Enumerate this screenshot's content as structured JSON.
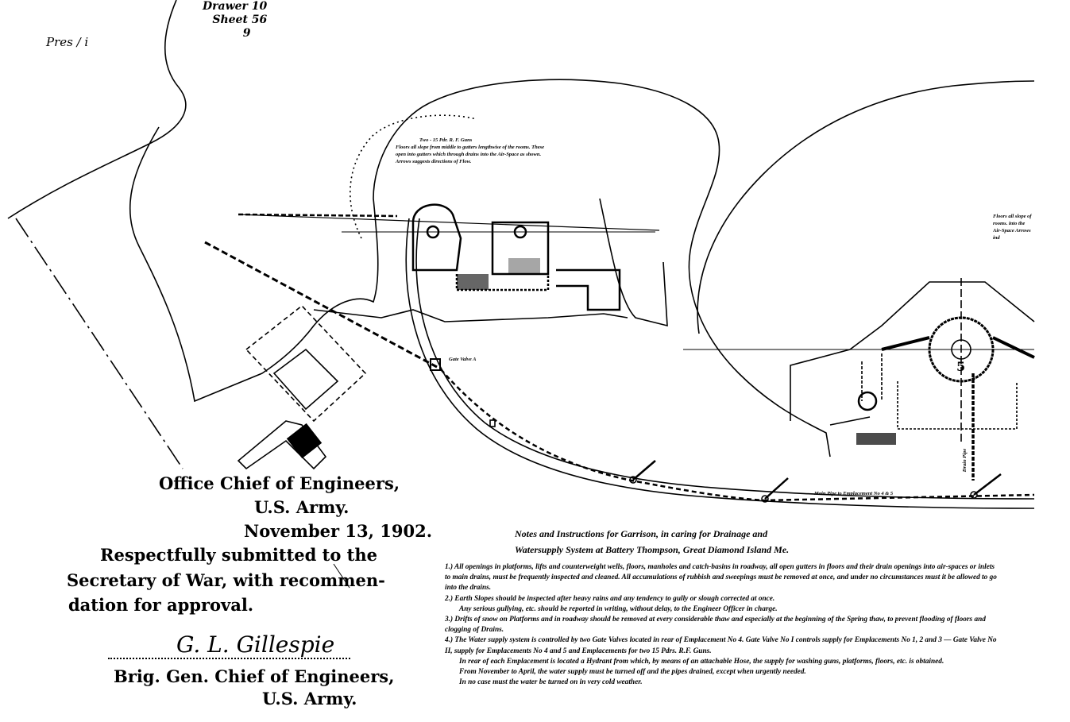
{
  "archive": {
    "drawer": "Drawer 10",
    "sheet": "Sheet 56",
    "number": "9",
    "catalog_mark": "Pres / i"
  },
  "approval": {
    "office_line1": "Office Chief of Engineers,",
    "office_line2": "U.S. Army.",
    "date": "November 13, 1902.",
    "submitted_line1": "Respectfully submitted to the",
    "submitted_line2": "Secretary of War, with recommen-",
    "submitted_line3": "dation for approval.",
    "signature": "G. L. Gillespie",
    "title_line1": "Brig. Gen. Chief of Engineers,",
    "title_line2": "U.S. Army."
  },
  "plan_labels": {
    "left_note_title": "Two - 15 Pdr. R. F. Guns",
    "left_note": "Floors all slope from middle to gutters lengthwise of the rooms. These open into gutters which through drains into the Air-Space as shown. Arrows suggests directions of Flow.",
    "right_note": "Floors all slope of rooms. into the Air-Space Arrows ind",
    "gate_valve": "Gate Valve A",
    "main_pipe": "Main Pipe to Emplacement No 4 & 5",
    "drain_pipe": "Drain Pipe",
    "emplacement_number": "5"
  },
  "notes": {
    "title_line1": "Notes and Instructions for Garrison, in caring for Drainage and",
    "title_line2": "Watersupply System at Battery Thompson, Great Diamond Island Me.",
    "items": [
      "1.) All openings in platforms, lifts and counterweight wells, floors, manholes and catch-basins in roadway, all open gutters in floors and their drain openings into air-spaces or inlets to main drains, must be frequently inspected and cleaned. All accumulations of rubbish and sweepings must be removed at once, and under no circumstances must it be allowed to go into the drains.",
      "2.) Earth Slopes should be inspected after heavy rains and any tendency to gully or slough corrected at once.",
      "Any serious gullying, etc. should be reported in writing, without delay, to the Engineer Officer in charge.",
      "3.) Drifts of snow on Platforms and in roadway should be removed at every considerable thaw and especially at the beginning of the Spring thaw, to prevent flooding of floors and clogging of Drains.",
      "4.) The Water supply system is controlled by two Gate Valves located in rear of Emplacement No 4. Gate Valve No I controls supply for Emplacements No 1, 2 and 3 — Gate Valve No II, supply for Emplacements No 4 and 5 and Emplacements for two 15 Pdrs. R.F. Guns.",
      "In rear of each Emplacement is located a Hydrant from which, by means of an attachable Hose, the supply for washing guns, platforms, floors, etc. is obtained.",
      "From November to April, the water supply must be turned off and the pipes drained, except when urgently needed.",
      "In no case must the water be turned on in very cold weather."
    ]
  }
}
